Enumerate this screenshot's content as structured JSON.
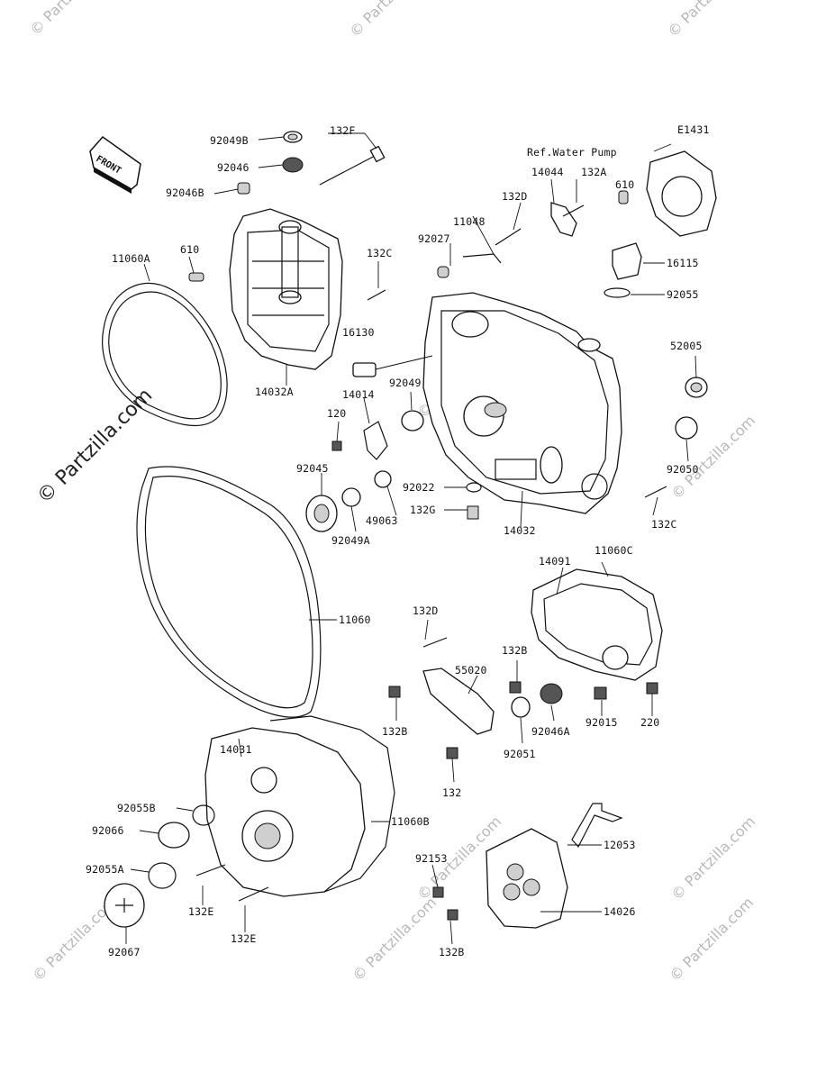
{
  "diagram_code": "E1431",
  "front_label": "FRONT",
  "ref_label": "Ref.Water Pump",
  "watermarks": {
    "large": "© Partzilla.com",
    "small": "© Partzilla.com"
  },
  "parts": [
    {
      "id": "92049B",
      "label": "92049B"
    },
    {
      "id": "132F",
      "label": "132F"
    },
    {
      "id": "92046",
      "label": "92046"
    },
    {
      "id": "92046B",
      "label": "92046B"
    },
    {
      "id": "610a",
      "label": "610"
    },
    {
      "id": "11060A",
      "label": "11060A"
    },
    {
      "id": "14032A",
      "label": "14032A"
    },
    {
      "id": "132C_top",
      "label": "132C"
    },
    {
      "id": "11048",
      "label": "11048"
    },
    {
      "id": "92027",
      "label": "92027"
    },
    {
      "id": "132D_top",
      "label": "132D"
    },
    {
      "id": "14044",
      "label": "14044"
    },
    {
      "id": "132A",
      "label": "132A"
    },
    {
      "id": "610b",
      "label": "610"
    },
    {
      "id": "16115",
      "label": "16115"
    },
    {
      "id": "92055",
      "label": "92055"
    },
    {
      "id": "16130",
      "label": "16130"
    },
    {
      "id": "14014",
      "label": "14014"
    },
    {
      "id": "92049",
      "label": "92049"
    },
    {
      "id": "52005",
      "label": "52005"
    },
    {
      "id": "120",
      "label": "120"
    },
    {
      "id": "92050",
      "label": "92050"
    },
    {
      "id": "92045",
      "label": "92045"
    },
    {
      "id": "92022",
      "label": "92022"
    },
    {
      "id": "132G",
      "label": "132G"
    },
    {
      "id": "49063",
      "label": "49063"
    },
    {
      "id": "14032",
      "label": "14032"
    },
    {
      "id": "132C_right",
      "label": "132C"
    },
    {
      "id": "92049A",
      "label": "92049A"
    },
    {
      "id": "14091",
      "label": "14091"
    },
    {
      "id": "11060C",
      "label": "11060C"
    },
    {
      "id": "11060",
      "label": "11060"
    },
    {
      "id": "132D_mid",
      "label": "132D"
    },
    {
      "id": "132B_mid",
      "label": "132B"
    },
    {
      "id": "55020",
      "label": "55020"
    },
    {
      "id": "132B_left",
      "label": "132B"
    },
    {
      "id": "92046A",
      "label": "92046A"
    },
    {
      "id": "92015",
      "label": "92015"
    },
    {
      "id": "220",
      "label": "220"
    },
    {
      "id": "92051",
      "label": "92051"
    },
    {
      "id": "14031",
      "label": "14031"
    },
    {
      "id": "132",
      "label": "132"
    },
    {
      "id": "92055B",
      "label": "92055B"
    },
    {
      "id": "11060B",
      "label": "11060B"
    },
    {
      "id": "92066",
      "label": "92066"
    },
    {
      "id": "12053",
      "label": "12053"
    },
    {
      "id": "92153",
      "label": "92153"
    },
    {
      "id": "14026",
      "label": "14026"
    },
    {
      "id": "92055A",
      "label": "92055A"
    },
    {
      "id": "132E_a",
      "label": "132E"
    },
    {
      "id": "132E_b",
      "label": "132E"
    },
    {
      "id": "92067",
      "label": "92067"
    },
    {
      "id": "132B_bottom",
      "label": "132B"
    }
  ]
}
